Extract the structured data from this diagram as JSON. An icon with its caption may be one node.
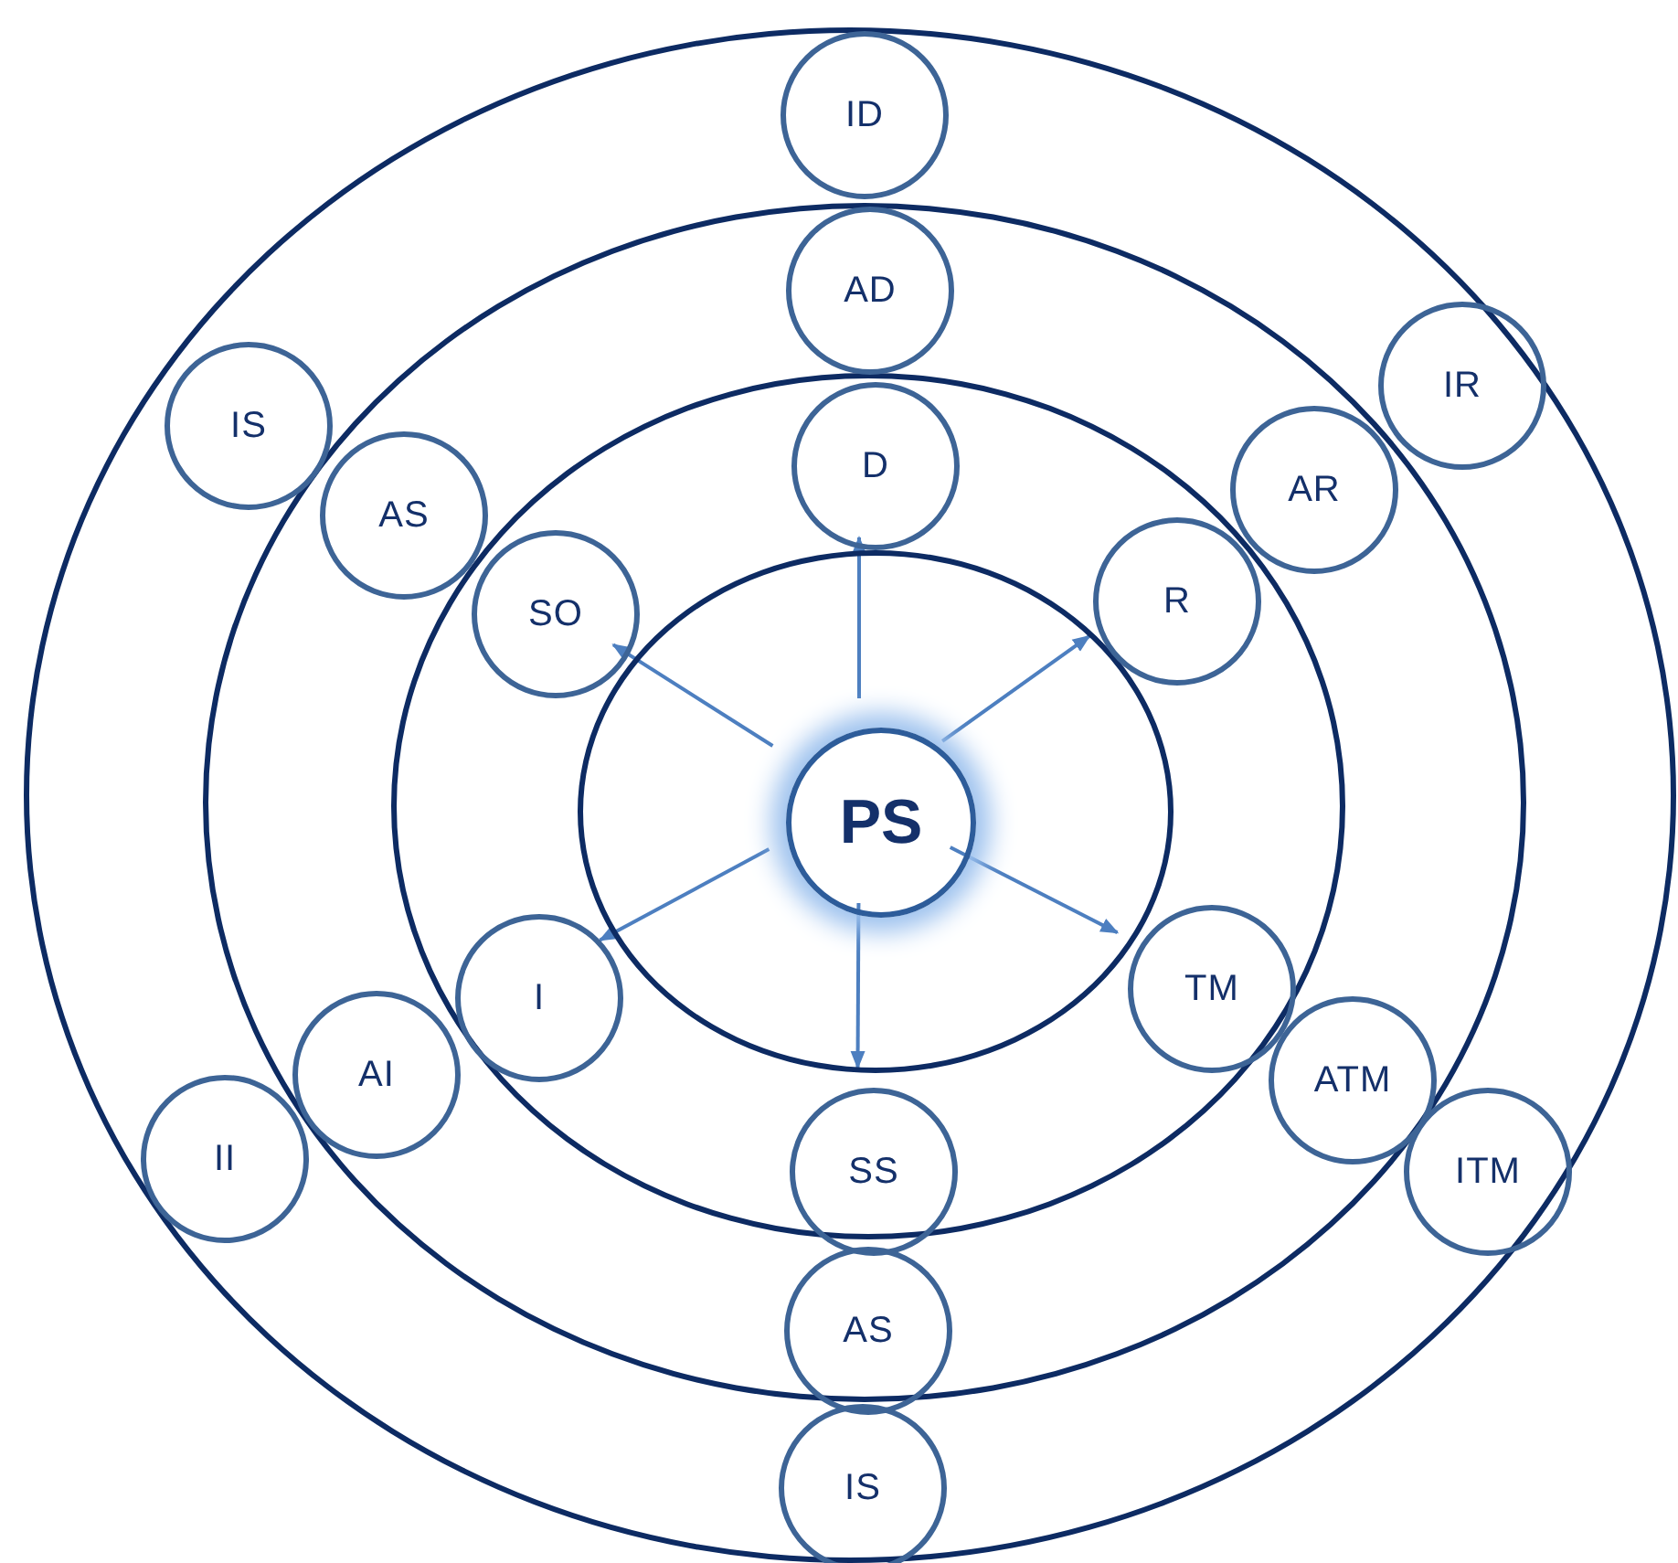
{
  "diagram": {
    "nodes": [
      {
        "text": [],
        "shape": "circle"
      },
      {
        "text": [],
        "shape": "circle",
        "in": 0
      },
      {
        "text": [],
        "shape": "circle",
        "in": 1
      },
      {
        "text": [],
        "shape": "circle",
        "in": 2
      },
      {
        "text": [
          "PS"
        ],
        "in": 3
      },
      {
        "text": [
          "ID"
        ],
        "in": 0
      },
      {
        "text": [
          "AD"
        ],
        "in": 1
      },
      {
        "text": [
          "D"
        ],
        "in": 2
      },
      {
        "text": [
          "IS"
        ],
        "in": 0
      },
      {
        "text": [
          "AS"
        ],
        "in": 1
      },
      {
        "text": [
          "SO"
        ],
        "in": 2
      },
      {
        "text": [
          "IR"
        ],
        "in": 0
      },
      {
        "text": [
          "AR"
        ],
        "in": 1
      },
      {
        "text": [
          "R"
        ],
        "in": 2
      },
      {
        "text": [
          "I"
        ],
        "in": 2
      },
      {
        "text": [
          "AI"
        ],
        "in": 1
      },
      {
        "text": [
          "II"
        ],
        "in": 0
      },
      {
        "text": [
          "TM"
        ],
        "in": 2
      },
      {
        "text": [
          "ATM"
        ],
        "in": 1
      },
      {
        "text": [
          "ITM"
        ],
        "in": 0
      },
      {
        "text": [
          "SS"
        ],
        "in": 2
      },
      {
        "text": [
          "AS"
        ],
        "in": 1
      },
      {
        "text": [
          "IS"
        ],
        "in": 0
      }
    ],
    "edges": [
      {
        "from": 4,
        "to": 7,
        "arrow": "to"
      },
      {
        "from": 4,
        "to": 13,
        "arrow": "to"
      },
      {
        "from": 4,
        "to": 10,
        "arrow": "to"
      },
      {
        "from": 4,
        "to": 14,
        "arrow": "to"
      },
      {
        "from": 4,
        "to": 17,
        "arrow": "to"
      },
      {
        "from": 4,
        "to": 20,
        "arrow": "to"
      }
    ]
  }
}
